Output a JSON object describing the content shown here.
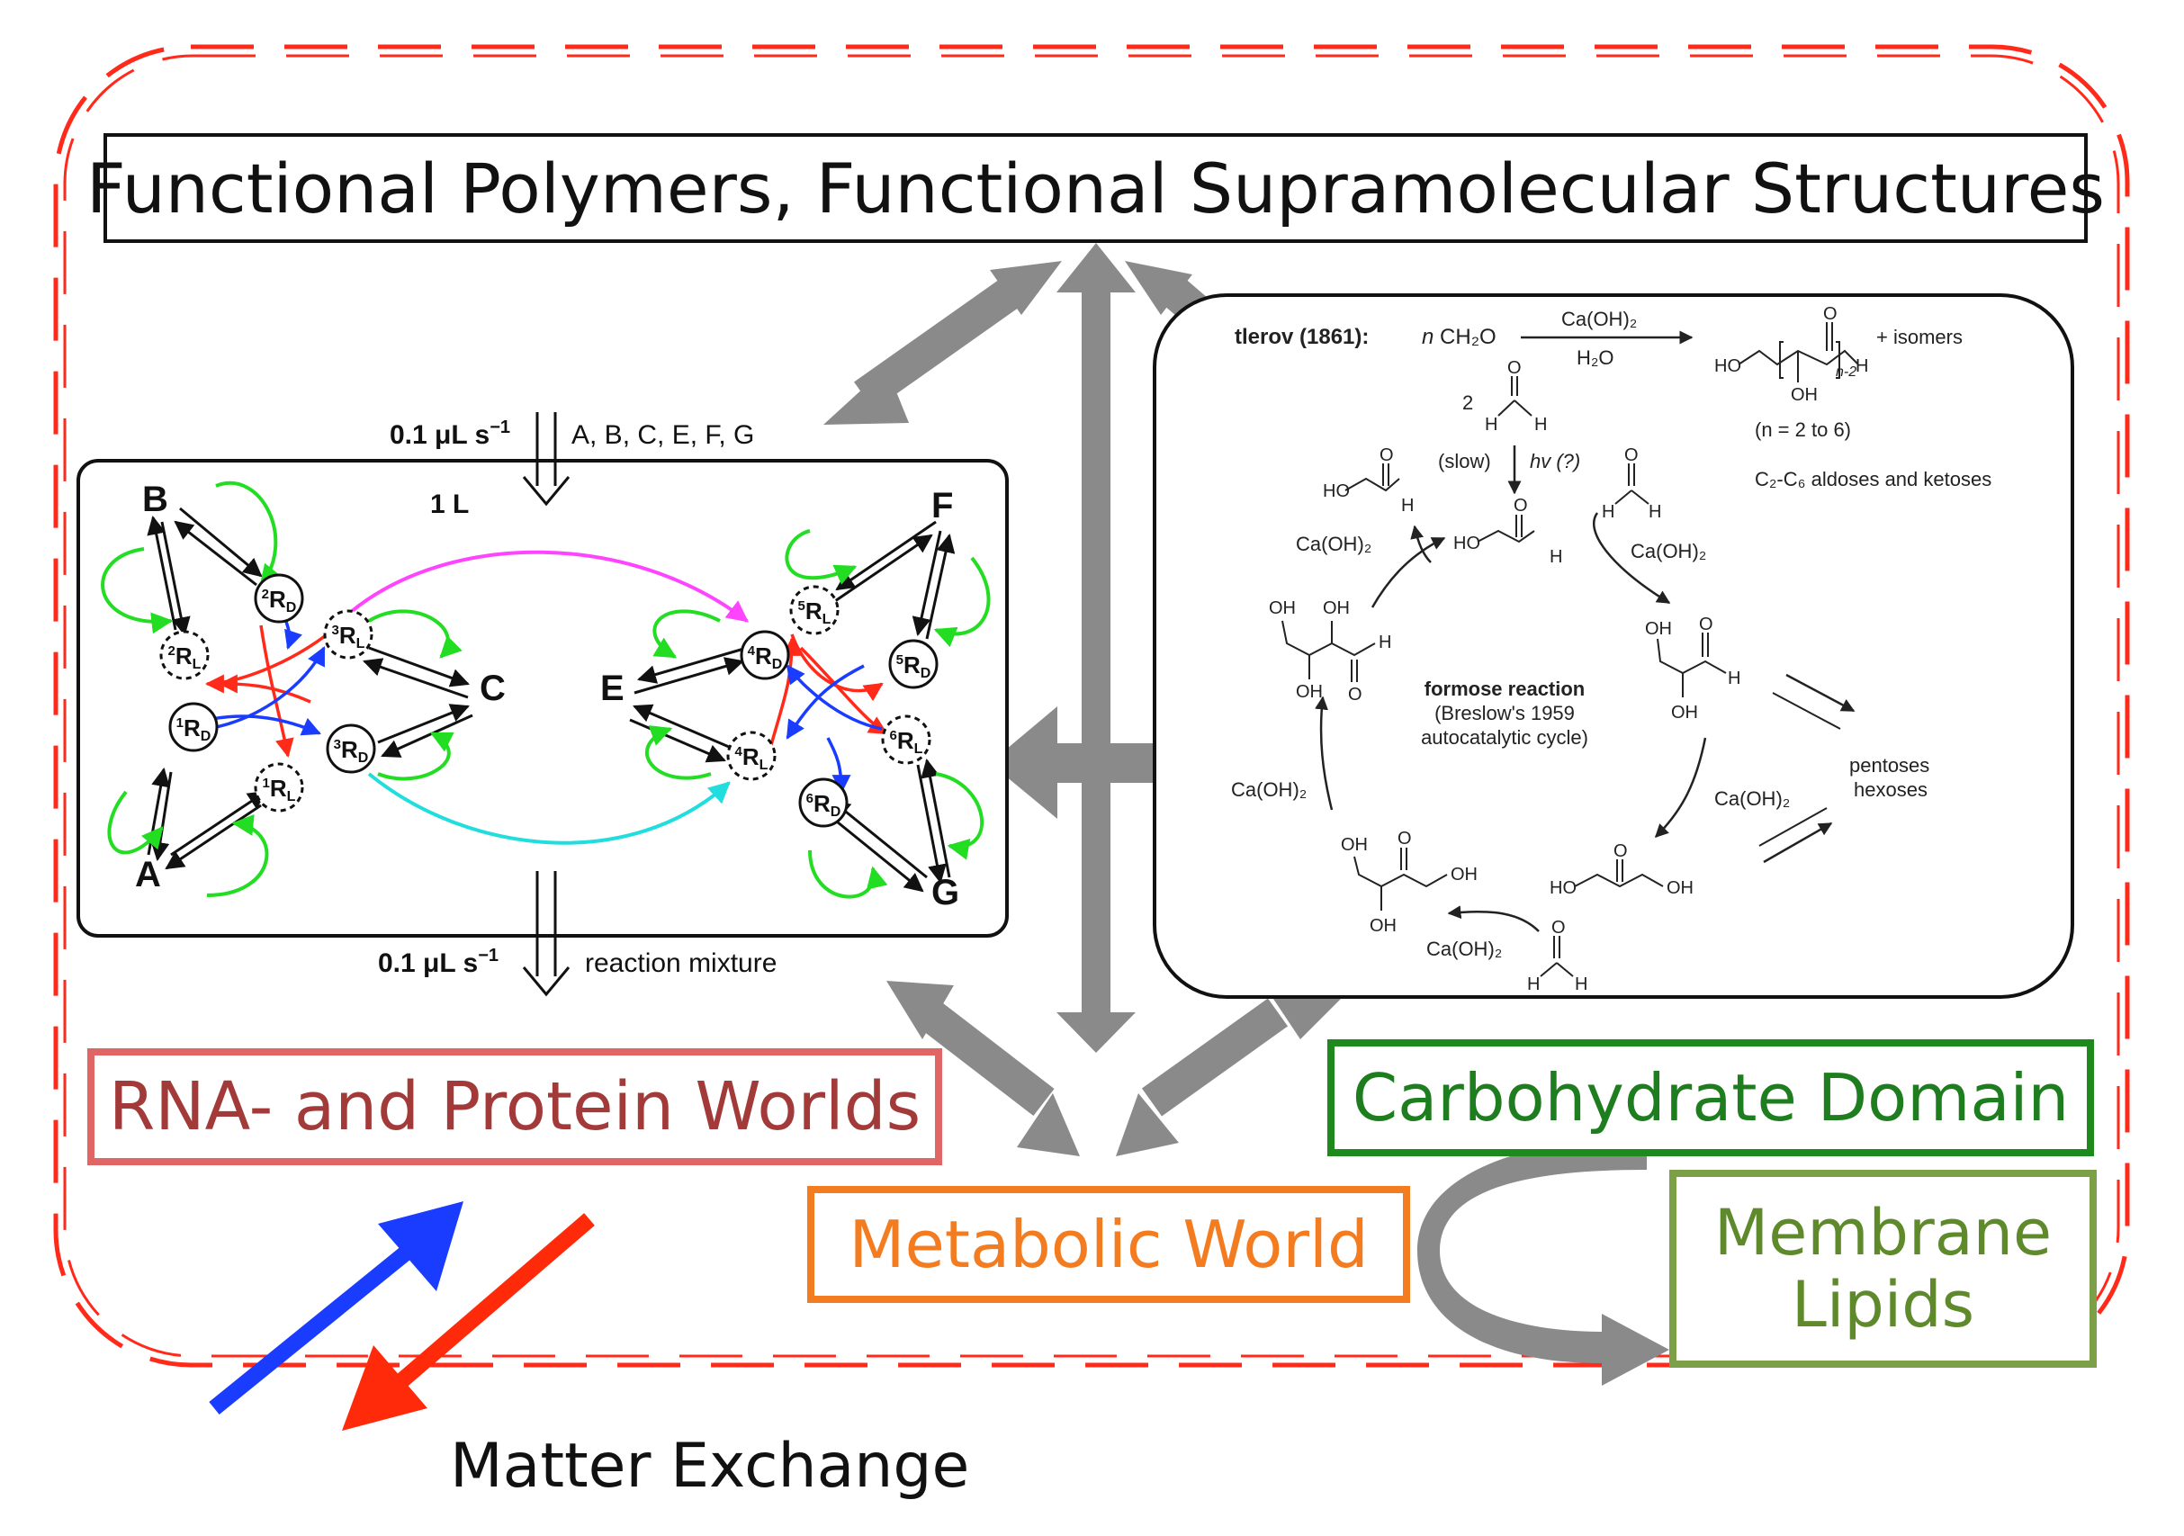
{
  "colors": {
    "dashed_border": "#ff2a1a",
    "gray_arrows": "#8a8a8a",
    "rna_box": "#e06666",
    "carbohydrate_box": "#1e8a1e",
    "metabolic_box": "#f47c20",
    "membrane_box": "#7ca048",
    "matter_in_arrow": "#1a3cff",
    "matter_out_arrow": "#ff2a0a"
  },
  "header": {
    "title": "Functional Polymers, Functional Supramolecular Structures"
  },
  "domains": {
    "rna_protein": "RNA- and Protein Worlds",
    "carbohydrate": "Carbohydrate Domain",
    "metabolic": "Metabolic World",
    "membrane_line1": "Membrane",
    "membrane_line2": "Lipids"
  },
  "matter_exchange": "Matter Exchange",
  "reactor_scheme": {
    "inflow_rate": "0.1 μL s",
    "inflow_exp": "−1",
    "inflow_species": "A, B, C, E, F, G",
    "volume": "1 L",
    "outflow_rate": "0.1 μL s",
    "outflow_exp": "−1",
    "outflow_label": "reaction mixture",
    "species": {
      "B": "B",
      "A": "A",
      "C": "C",
      "E": "E",
      "F": "F",
      "G": "G"
    },
    "nodes": {
      "n2RD": {
        "sup": "2",
        "base": "R",
        "sub": "D"
      },
      "n3RL": {
        "sup": "3",
        "base": "R",
        "sub": "L"
      },
      "n2RL": {
        "sup": "2",
        "base": "R",
        "sub": "L"
      },
      "n1RD": {
        "sup": "1",
        "base": "R",
        "sub": "D"
      },
      "n3RD": {
        "sup": "3",
        "base": "R",
        "sub": "D"
      },
      "n1RL": {
        "sup": "1",
        "base": "R",
        "sub": "L"
      },
      "n5RL": {
        "sup": "5",
        "base": "R",
        "sub": "L"
      },
      "n4RD": {
        "sup": "4",
        "base": "R",
        "sub": "D"
      },
      "n5RD": {
        "sup": "5",
        "base": "R",
        "sub": "D"
      },
      "n6RL": {
        "sup": "6",
        "base": "R",
        "sub": "L"
      },
      "n4RL": {
        "sup": "4",
        "base": "R",
        "sub": "L"
      },
      "n6RD": {
        "sup": "6",
        "base": "R",
        "sub": "D"
      }
    }
  },
  "formose_panel": {
    "butlerov_label": "tlerov (1861):",
    "reactant_n": "n",
    "reactant": " CH₂O",
    "reagent_top": "Ca(OH)₂",
    "reagent_bottom": "H₂O",
    "plus_isomers": "+ isomers",
    "n_range": "(n = 2 to 6)",
    "products": "C₂-C₆ aldoses and ketoses",
    "slow": "(slow)",
    "hv": "hv (?)",
    "coeff_two": "2",
    "center_title": "formose reaction",
    "center_line2": "(Breslow's 1959",
    "center_line3": "autocatalytic cycle)",
    "pentoses": "pentoses",
    "hexoses": "hexoses",
    "caoh_1": "Ca(OH)₂",
    "caoh_2": "Ca(OH)₂",
    "caoh_3": "Ca(OH)₂",
    "caoh_4": "Ca(OH)₂",
    "caoh_5": "Ca(OH)₂",
    "atoms": {
      "HO": "HO",
      "OH": "OH",
      "O": "O",
      "H": "H",
      "n2": "n-2"
    }
  }
}
